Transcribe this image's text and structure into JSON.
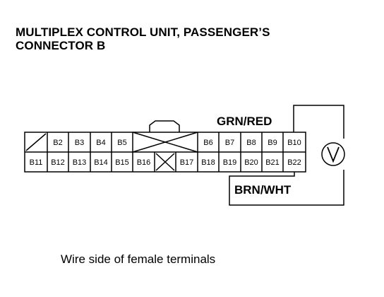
{
  "title": {
    "line1": "MULTIPLEX CONTROL UNIT, PASSENGER’S",
    "line2": "CONNECTOR B"
  },
  "connector": {
    "top_row": [
      "",
      "B2",
      "B3",
      "B4",
      "B5",
      "",
      "B6",
      "B7",
      "B8",
      "B9",
      "B10"
    ],
    "bottom_row": [
      "B11",
      "B12",
      "B13",
      "B14",
      "B15",
      "B16",
      "",
      "B17",
      "B18",
      "B19",
      "B20",
      "B21",
      "B22"
    ]
  },
  "wires": {
    "upper": "GRN/RED",
    "lower": "BRN/WHT"
  },
  "meter": {
    "symbol": "V"
  },
  "caption": "Wire side of female terminals"
}
